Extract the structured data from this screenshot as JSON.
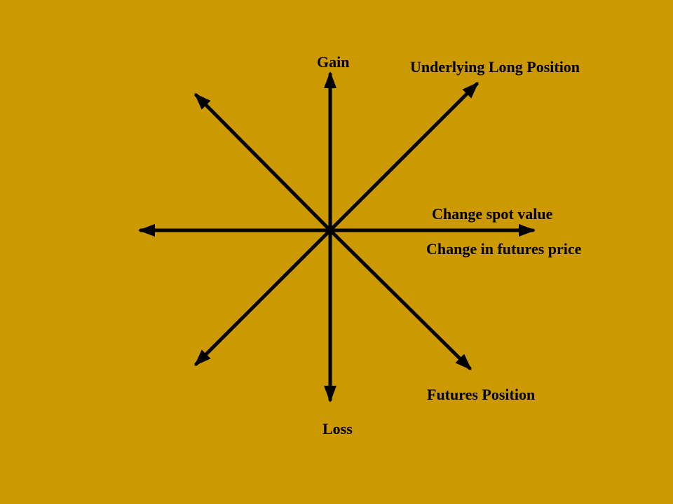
{
  "colors": {
    "background": "#CC9900",
    "stroke": "#000000",
    "text": "#000000"
  },
  "labels": {
    "gain": "Gain",
    "loss": "Loss",
    "underlying_long_position": "Underlying Long Position",
    "change_spot_value": "Change spot value",
    "change_in_futures_price": "Change in futures price",
    "futures_position": "Futures Position"
  }
}
